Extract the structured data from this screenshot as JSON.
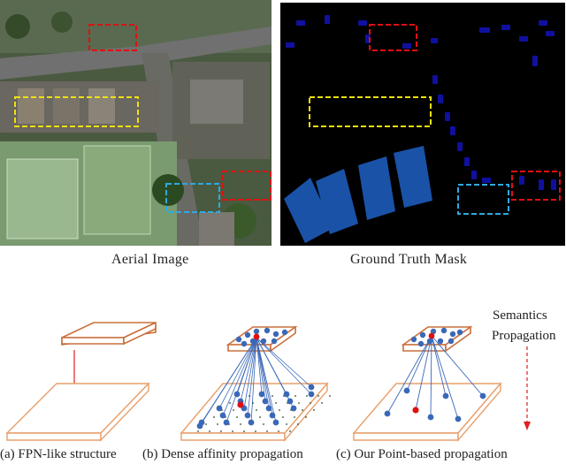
{
  "captions": {
    "aerial": "Aerial Image",
    "mask": "Ground Truth Mask"
  },
  "subcaptions": {
    "a": "(a) FPN-like structure",
    "b": "(b) Dense affinity propagation",
    "c": "(c) Our Point-based propagation"
  },
  "legend": {
    "line1": "Semantics",
    "line2": "Propagation"
  },
  "colors": {
    "plane": "#e8a06c",
    "plane_top": "#c8703c",
    "point": "#3a68b8",
    "highlight": "#e01010",
    "arrow": "#e02020",
    "mask_blue": "#1a52a8",
    "mask_dark": "#1010a0",
    "box_red": "#e01010",
    "box_yellow": "#f0e010",
    "box_cyan": "#30a8e0"
  }
}
